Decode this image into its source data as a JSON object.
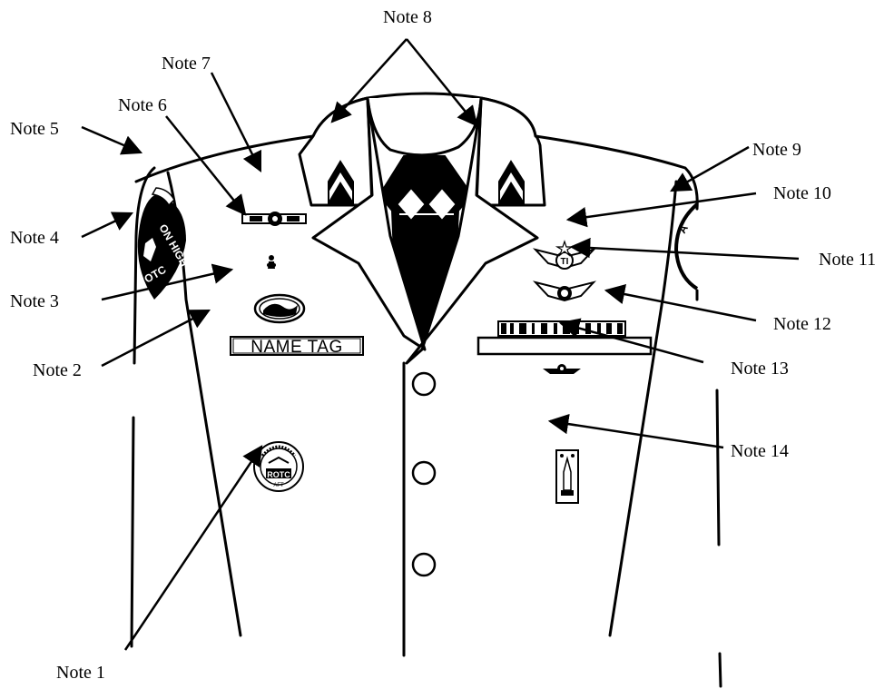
{
  "notes": {
    "n1": "Note 1",
    "n2": "Note 2",
    "n3": "Note 3",
    "n4": "Note 4",
    "n5": "Note 5",
    "n6": "Note 6",
    "n7": "Note 7",
    "n8": "Note 8",
    "n9": "Note 9",
    "n10": "Note 10",
    "n11": "Note 11",
    "n12": "Note 12",
    "n13": "Note 13",
    "n14": "Note 14"
  },
  "name_tag": "NAME TAG",
  "shoulder_patch": {
    "line1": "ON HIGH",
    "line2": "OTC",
    "right_partial": "A"
  },
  "rotc_emblem": {
    "label": "ROTC",
    "year": "AFT"
  },
  "badge_letters": "TI",
  "icons": {
    "arrow": "arrow-icon",
    "chevron": "chevron-rank-icon",
    "wings": "wings-badge-icon"
  }
}
